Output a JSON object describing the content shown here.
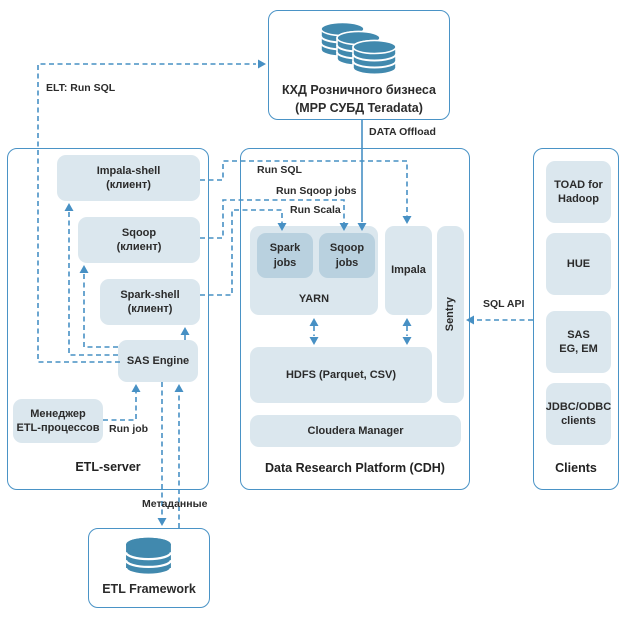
{
  "boxes": {
    "teradata": {
      "line1": "КХД Розничного бизнеса",
      "line2": "(MPP СУБД Teradata)"
    },
    "impala_shell": {
      "line1": "Impala-shell",
      "line2": "(клиент)"
    },
    "sqoop_client": {
      "line1": "Sqoop",
      "line2": "(клиент)"
    },
    "spark_shell": {
      "line1": "Spark-shell",
      "line2": "(клиент)"
    },
    "sas_engine": {
      "line1": "SAS Engine"
    },
    "etl_manager": {
      "line1": "Менеджер",
      "line2": "ETL-процессов"
    },
    "spark_jobs": {
      "line1": "Spark",
      "line2": "jobs"
    },
    "sqoop_jobs": {
      "line1": "Sqoop",
      "line2": "jobs"
    },
    "yarn": {
      "line1": "YARN"
    },
    "impala": {
      "line1": "Impala"
    },
    "sentry": {
      "line1": "Sentry"
    },
    "hdfs": {
      "line1": "HDFS (Parquet, CSV)"
    },
    "cloudera": {
      "line1": "Cloudera Manager"
    },
    "toad": {
      "line1": "TOAD for",
      "line2": "Hadoop"
    },
    "hue": {
      "line1": "HUE"
    },
    "sas_eg": {
      "line1": "SAS",
      "line2": "EG, EM"
    },
    "jdbc": {
      "line1": "JDBC/ODBC",
      "line2": "clients"
    },
    "etl_framework": {
      "line1": "ETL Framework"
    }
  },
  "sections": {
    "etl_server": "ETL-server",
    "cdh": "Data Research Platform (CDH)",
    "clients": "Clients"
  },
  "edge_labels": {
    "elt_run_sql": "ELT: Run SQL",
    "data_offload": "DATA Offload",
    "run_sql": "Run SQL",
    "run_sqoop_jobs": "Run Sqoop jobs",
    "run_scala": "Run Scala",
    "run_job": "Run job",
    "sql_api": "SQL API",
    "metadata": "Метаданные"
  },
  "colors": {
    "accent_blue": "#4790c4",
    "box_fill": "#dbe7ee",
    "box_fill_dark": "#b9d1df",
    "db_icon_blue": "#4189ae",
    "text": "#2b2b2b"
  }
}
